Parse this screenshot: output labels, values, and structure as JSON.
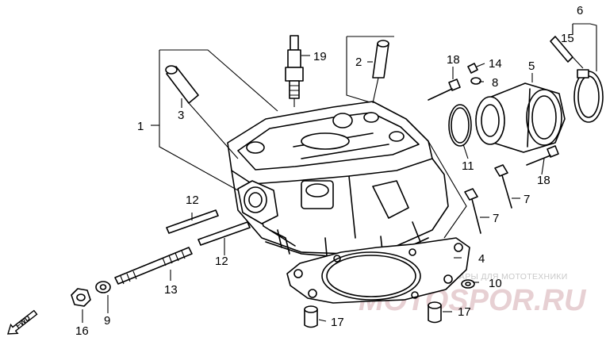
{
  "diagram": {
    "callouts": {
      "c1": "1",
      "c2": "2",
      "c3": "3",
      "c4": "4",
      "c5": "5",
      "c6": "6",
      "c7a": "7",
      "c7b": "7",
      "c8": "8",
      "c9": "9",
      "c10": "10",
      "c11": "11",
      "c12a": "12",
      "c12b": "12",
      "c13": "13",
      "c14": "14",
      "c15": "15",
      "c16": "16",
      "c17a": "17",
      "c17b": "17",
      "c18a": "18",
      "c18b": "18",
      "c19": "19"
    },
    "fwd_label": "FWD",
    "watermark": {
      "line": "ЗАПЧАСТИ И АКСЕССУАРЫ ДЛЯ МОТОТЕХНИКИ",
      "brand": "MOTOSPOR.RU"
    }
  }
}
